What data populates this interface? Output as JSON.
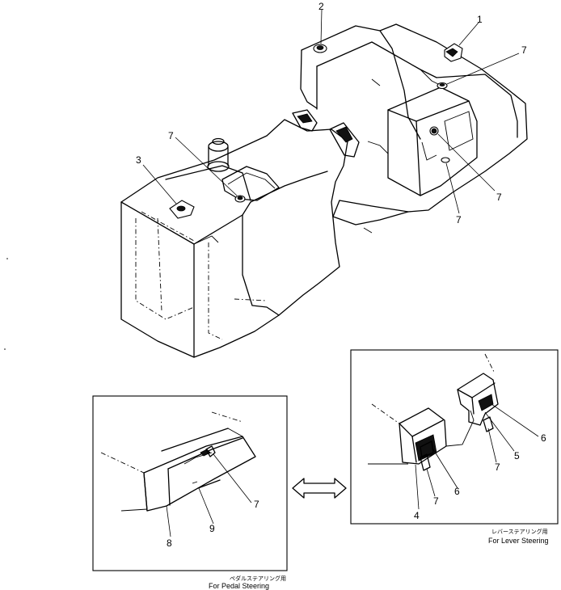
{
  "callouts": {
    "c1": "1",
    "c2": "2",
    "c3": "3",
    "c7a": "7",
    "c7b": "7",
    "c7c": "7",
    "c7d": "7",
    "lever_4": "4",
    "lever_5": "5",
    "lever_6a": "6",
    "lever_6b": "6",
    "lever_7a": "7",
    "lever_7b": "7",
    "pedal_7": "7",
    "pedal_8": "8",
    "pedal_9": "9"
  },
  "captions": {
    "pedal_jp": "ペダルステアリング用",
    "pedal_en": "For Pedal Steering",
    "lever_jp": "レバーステアリング用",
    "lever_en": "For Lever Steering"
  },
  "icons": {
    "interchange": "double-arrow-icon"
  }
}
